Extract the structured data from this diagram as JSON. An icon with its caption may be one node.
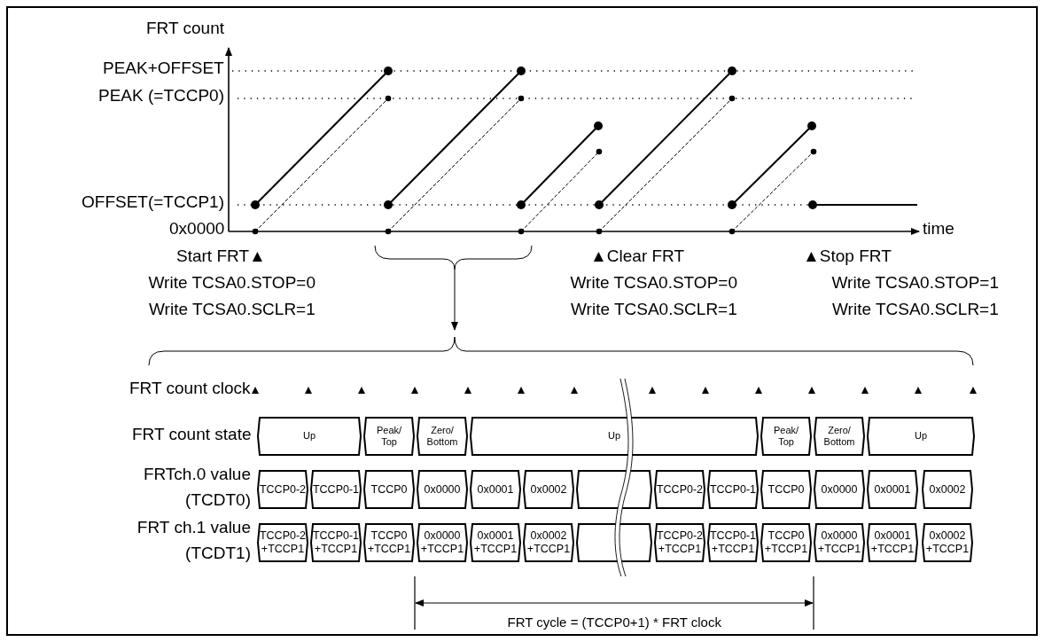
{
  "diagram": {
    "nodes": [
      {
        "text": [
          "Up"
        ]
      },
      {
        "text": [
          "Peak/ Top"
        ]
      },
      {
        "text": [
          "Zero/ Bottom"
        ]
      },
      {
        "text": [
          "Up"
        ]
      },
      {
        "text": [
          "Peak/ Top"
        ]
      },
      {
        "text": [
          "Zero/ Bottom"
        ]
      },
      {
        "text": [
          "Up"
        ]
      },
      {
        "text": [
          "TCCP0-2"
        ]
      },
      {
        "text": [
          "TCCP0-1"
        ]
      },
      {
        "text": [
          "TCCP0"
        ]
      },
      {
        "text": [
          "0x0000"
        ]
      },
      {
        "text": [
          "0x0001"
        ]
      },
      {
        "text": [
          "0x0002"
        ]
      },
      {
        "text": [],
        "shape": "box"
      },
      {
        "text": [
          "TCCP0-2"
        ]
      },
      {
        "text": [
          "TCCP0-1"
        ]
      },
      {
        "text": [
          "TCCP0"
        ]
      },
      {
        "text": [
          "0x0000"
        ]
      },
      {
        "text": [
          "0x0001"
        ]
      },
      {
        "text": [
          "0x0002"
        ]
      },
      {
        "text": [
          "TCCP0-2 +TCCP1"
        ]
      },
      {
        "text": [
          "TCCP0-1 +TCCP1"
        ]
      },
      {
        "text": [
          "TCCP0 +TCCP1"
        ]
      },
      {
        "text": [
          "0x0000 +TCCP1"
        ]
      },
      {
        "text": [
          "0x0001 +TCCP1"
        ]
      },
      {
        "text": [
          "0x0002 +TCCP1"
        ]
      },
      {
        "text": [],
        "shape": "box"
      },
      {
        "text": [
          "TCCP0-2 +TCCP1"
        ]
      },
      {
        "text": [
          "TCCP0-1 +TCCP1"
        ]
      },
      {
        "text": [
          "TCCP0 +TCCP1"
        ]
      },
      {
        "text": [
          "0x0000 +TCCP1"
        ]
      },
      {
        "text": [
          "0x0001 +TCCP1"
        ]
      },
      {
        "text": [
          "0x0002 +TCCP1"
        ]
      }
    ],
    "labels": [
      "FRT count",
      "PEAK+OFFSET",
      "PEAK (=TCCP0)",
      "OFFSET(=TCCP1)",
      "0x0000",
      "time",
      "Start FRT▲",
      "Write TCSA0.STOP=0",
      "Write TCSA0.SCLR=1",
      "▲Clear FRT",
      "Write TCSA0.STOP=0",
      "Write TCSA0.SCLR=1",
      "▲Stop FRT",
      "Write TCSA0.STOP=1",
      "Write TCSA0.SCLR=1",
      "FRT count clock",
      "FRT count state",
      "FRTch.0 value (TCDT0)",
      "FRT ch.1 value (TCDT1)",
      "FRT cycle = (TCCP0+1) * FRT clock"
    ]
  }
}
